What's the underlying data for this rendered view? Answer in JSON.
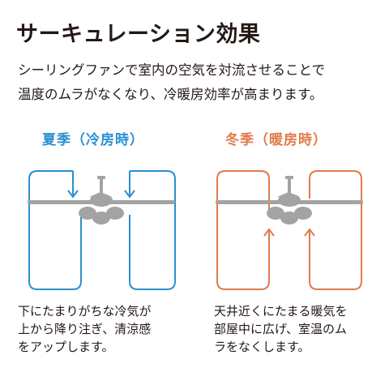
{
  "title": "サーキュレーション効果",
  "intro": {
    "line1": "シーリングファンで室内の空気を対流させることで",
    "line2": "温度のムラがなくなり、冷暖房効率が高まります。"
  },
  "colors": {
    "summer": "#2a8fd1",
    "winter": "#e07b4a",
    "fan": "#a3a3a3",
    "text": "#231815"
  },
  "summer": {
    "label": "夏季（冷房時）",
    "caption": {
      "line1": "下にたまりがちな冷気が",
      "line2": "上から降り注ぎ、清涼感",
      "line3": "をアップします。"
    }
  },
  "winter": {
    "label": "冬季（暖房時）",
    "caption": {
      "line1": "天井近くにたまる暖気を",
      "line2": "部屋中に広げ、室温のム",
      "line3": "ラをなくします。"
    }
  }
}
